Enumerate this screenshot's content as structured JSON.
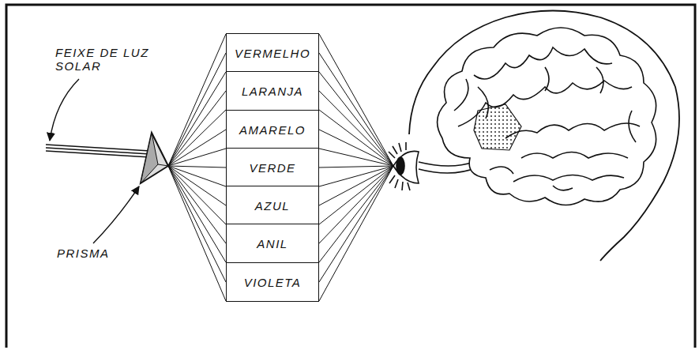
{
  "diagram": {
    "nodes": [
      {
        "text": [
          "VERMELHO"
        ]
      },
      {
        "text": [
          "LARANJA"
        ]
      },
      {
        "text": [
          "AMARELO"
        ]
      },
      {
        "text": [
          "VERDE"
        ]
      },
      {
        "text": [
          "AZUL"
        ]
      },
      {
        "text": [
          "ANIL"
        ]
      },
      {
        "text": [
          "VIOLETA"
        ]
      }
    ],
    "labels": [
      "FEIXE DE LUZ SOLAR",
      "PRISMA"
    ]
  }
}
